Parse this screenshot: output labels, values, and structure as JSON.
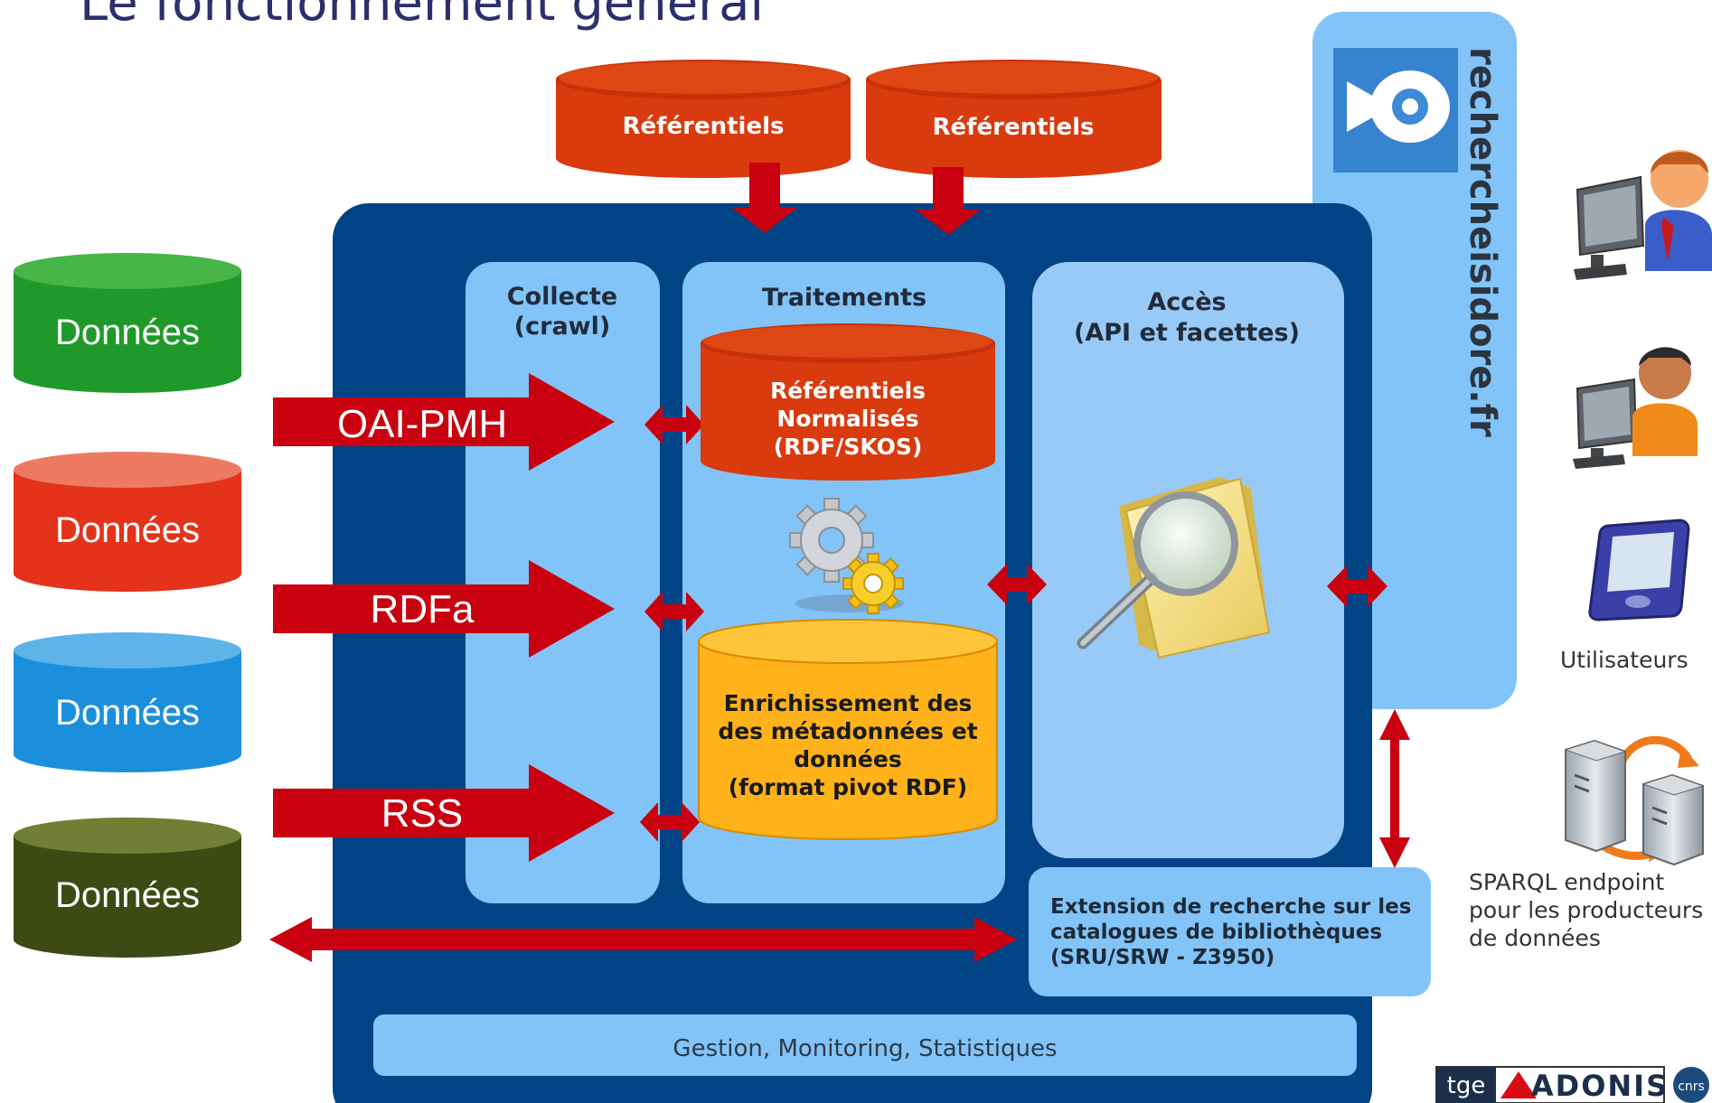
{
  "title": "Le fonctionnement général",
  "top_referentiels": [
    "Référentiels",
    "Référentiels"
  ],
  "sources": [
    {
      "label": "Données",
      "color": "#1f9a2a"
    },
    {
      "label": "Données",
      "color": "#e5321b"
    },
    {
      "label": "Données",
      "color": "#1b8fdc"
    },
    {
      "label": "Données",
      "color": "#3d4a14"
    }
  ],
  "protocols": [
    "OAI-PMH",
    "RDFa",
    "RSS"
  ],
  "panels": {
    "collecte": [
      "Collecte",
      "(crawl)"
    ],
    "traitements": "Traitements",
    "acces": [
      "Accès",
      "(API et facettes)"
    ]
  },
  "referentiels_normalises": [
    "Référentiels",
    "Normalisés",
    "(RDF/SKOS)"
  ],
  "enrichissement": [
    "Enrichissement des",
    "des métadonnées et",
    "données",
    "(format pivot RDF)"
  ],
  "extension": [
    "Extension de recherche sur les",
    "catalogues de bibliothèques",
    "(SRU/SRW - Z3950)"
  ],
  "gestion": "Gestion, Monitoring, Statistiques",
  "portal": "rechercheisidore.fr",
  "users_label": "Utilisateurs",
  "sparql": [
    "SPARQL endpoint",
    "pour les producteurs",
    "de données"
  ],
  "logo": {
    "tge": "tge",
    "adonis": "ADONIS",
    "cnrs": "cnrs"
  },
  "colors": {
    "navy": "#004485",
    "panel": "#82c4f8",
    "arrow": "#c8000f",
    "cylinder_red": "#d93a0e",
    "cylinder_orange": "#ffb21a"
  }
}
